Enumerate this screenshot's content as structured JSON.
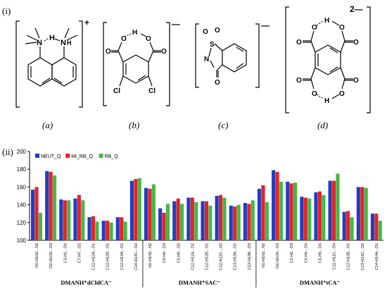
{
  "panel_labels": {
    "top": "(i)",
    "bottom": "(ii)"
  },
  "molecules": [
    {
      "id": "a",
      "label": "(a)",
      "charge": "+",
      "atoms": [
        "N",
        "H",
        "N",
        "H"
      ]
    },
    {
      "id": "b",
      "label": "(b)",
      "charge": "—",
      "atoms": [
        "O",
        "H",
        "O",
        "O",
        "O",
        "Cl",
        "Cl"
      ]
    },
    {
      "id": "c",
      "label": "(c)",
      "charge": "—",
      "atoms": [
        "O",
        "O",
        "S",
        "N",
        "O"
      ]
    },
    {
      "id": "d",
      "label": "(d)",
      "charge": "2—",
      "atoms": [
        "O",
        "H",
        "O",
        "O",
        "O",
        "O",
        "O",
        "O",
        "H",
        "O"
      ]
    }
  ],
  "chart_data": {
    "type": "bar",
    "ylim": [
      100,
      200
    ],
    "yticks": [
      100,
      120,
      140,
      160,
      180,
      200
    ],
    "grid": false,
    "legend_position": "top-left",
    "colors": [
      "#1f3fbf",
      "#e8202a",
      "#45b845"
    ],
    "series": [
      {
        "name": "NEUT_Q",
        "values": [
          157,
          178,
          146,
          147,
          126,
          122,
          126,
          167,
          159,
          136,
          144,
          148,
          144,
          150,
          139,
          142,
          158,
          179,
          166,
          149,
          154,
          167,
          132,
          160,
          130
        ]
      },
      {
        "name": "MI_RB_Q",
        "values": [
          160,
          177,
          145,
          151,
          127,
          122,
          126,
          169,
          158,
          131,
          147,
          148,
          144,
          151,
          138,
          141,
          162,
          177,
          164,
          148,
          155,
          167,
          133,
          160,
          130
        ]
      },
      {
        "name": "RB_Q",
        "values": [
          131,
          173,
          145,
          145,
          121,
          120,
          121,
          170,
          163,
          141,
          141,
          143,
          139,
          148,
          140,
          145,
          143,
          166,
          165,
          147,
          151,
          175,
          126,
          159,
          122
        ]
      }
    ],
    "categories": [
      "N1-H1N2...N2",
      "O2-H1O0...O3",
      "C3-H1...O4",
      "C7-H7...O2",
      "C12-H12A...O1",
      "C12-H12B...O1",
      "C12-H13A...O1",
      "C14-H14C...O2",
      "N1-H1N2...N2",
      "C4-H4...O3",
      "C5-H5...O2",
      "C12-H12A...O2",
      "C12-H12B...O1",
      "C12-H12C...O2",
      "C13-H13A...O1",
      "C13-H13B...O3",
      "N1-H1N2...N2",
      "O2-H1O0...O3",
      "C2-H2...O3",
      "C4-H4...O4",
      "C5-H5...O4",
      "C11-H11C...O4",
      "C12-H12B...O1",
      "C13-H13C...O2",
      "C14-H14A...O1"
    ],
    "groups": [
      {
        "name": "DMANH⁺dCldCA⁻",
        "start": 0,
        "count": 8
      },
      {
        "name": "DMANH⁺SAC⁻",
        "start": 8,
        "count": 8
      },
      {
        "name": "DMANH⁺tCA⁻",
        "start": 16,
        "count": 9
      }
    ]
  }
}
